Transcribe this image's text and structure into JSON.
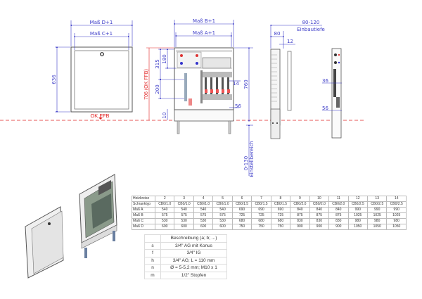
{
  "front_view": {
    "dim_d": "Maß D+1",
    "dim_c": "Maß C+1",
    "height": "636",
    "floor_label": "OK FFB"
  },
  "open_view": {
    "dim_b": "Maß B+1",
    "dim_a": "Maß A+1",
    "height_ffb": "706 (OK FFB)",
    "dim_315": "315",
    "dim_180": "180",
    "dim_200": "200",
    "dim_10": "10",
    "dim_14": "14",
    "dim_56": "56",
    "height_total": "760",
    "adjust_range": "0-130",
    "adjust_label": "Einstellbereich"
  },
  "side_view": {
    "depth_range": "80-120",
    "depth_label": "Einbautiefe",
    "dim_80": "80",
    "dim_12": "12"
  },
  "side_view_2": {
    "dim_36": "36",
    "dim_56": "56"
  },
  "spec_table": {
    "rows": [
      [
        "Heizkreise",
        "2",
        "3",
        "4",
        "5",
        "6",
        "7",
        "8",
        "9",
        "10",
        "11",
        "12",
        "13",
        "14"
      ],
      [
        "Schranktyp",
        "CB0/1.0",
        "CB0/1.0",
        "CB0/1.0",
        "CB0/1.0",
        "CB0/1.5",
        "CB0/1.5",
        "CB0/1.5",
        "CB0/2.0",
        "CB0/2.0",
        "CB0/2.0",
        "CB0/2.5",
        "CB0/2.5",
        "CB0/2.5"
      ],
      [
        "Maß A",
        "540",
        "540",
        "540",
        "540",
        "690",
        "690",
        "690",
        "840",
        "840",
        "840",
        "990",
        "990",
        "990"
      ],
      [
        "Maß B",
        "575",
        "575",
        "575",
        "575",
        "725",
        "725",
        "725",
        "875",
        "875",
        "875",
        "1025",
        "1025",
        "1025"
      ],
      [
        "Maß C",
        "530",
        "530",
        "530",
        "530",
        "680",
        "680",
        "680",
        "830",
        "830",
        "830",
        "980",
        "980",
        "980"
      ],
      [
        "Maß D",
        "600",
        "600",
        "600",
        "600",
        "750",
        "750",
        "750",
        "900",
        "900",
        "900",
        "1050",
        "1050",
        "1050"
      ]
    ]
  },
  "legend_table": {
    "header": "Beschreibung (a; b; ...)",
    "rows": [
      [
        "s",
        "3/4\" AG mit Konus"
      ],
      [
        "f",
        "3/4\" IG"
      ],
      [
        "h",
        "3/4\" AG; L = 110 mm"
      ],
      [
        "n",
        "Ø = 5-5,2 mm; M10 x 1"
      ],
      [
        "m",
        "1/2\" Stopfen"
      ]
    ]
  },
  "colors": {
    "dimension": "#3c3cc8",
    "floor_line": "#e02020",
    "outline": "#555555"
  }
}
